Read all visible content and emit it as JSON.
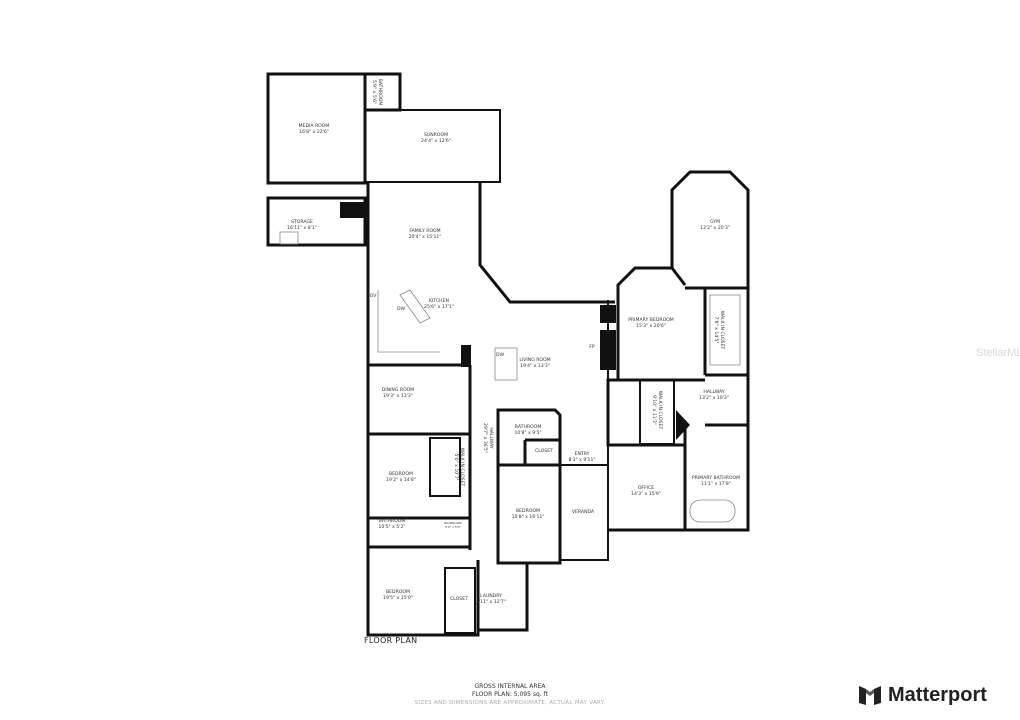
{
  "rooms": [
    {
      "name": "MEDIA ROOM",
      "dim": "16'8\" x 22'6\""
    },
    {
      "name": "BATHROOM",
      "dim": "5'9\" x 5'6\""
    },
    {
      "name": "SUNROOM",
      "dim": "24'4\" x 12'6\""
    },
    {
      "name": "STORAGE",
      "dim": "16'11\" x 8'1\""
    },
    {
      "name": "FAMILY ROOM",
      "dim": "20'4\" x 15'11\""
    },
    {
      "name": "KITCHEN",
      "dim": "25'6\" x 17'1\""
    },
    {
      "name": "GYM",
      "dim": "13'2\" x 20'3\""
    },
    {
      "name": "PRIMARY BEDROOM",
      "dim": "15'3\" x 20'6\""
    },
    {
      "name": "WALK IN CLOSET",
      "dim": "7'8\" x 14'5\""
    },
    {
      "name": "LIVING ROOM",
      "dim": "19'4\" x 13'3\""
    },
    {
      "name": "DINING ROOM",
      "dim": "19'3\" x 13'3\""
    },
    {
      "name": "BATHROOM",
      "dim": "10'8\" x 9'5\""
    },
    {
      "name": "HALLWAY",
      "dim": "29'7\" x 36'5\""
    },
    {
      "name": "WALK IN CLOSET",
      "dim": "9'10\" x 11'3\""
    },
    {
      "name": "HALLWAY",
      "dim": "13'2\" x 10'3\""
    },
    {
      "name": "CLOSET",
      "dim": ""
    },
    {
      "name": "ENTRY",
      "dim": "8'3\" x 9'11\""
    },
    {
      "name": "WALK IN CLOSET",
      "dim": "5'0\" x 10'7\""
    },
    {
      "name": "BEDROOM",
      "dim": "19'2\" x 14'8\""
    },
    {
      "name": "PRIMARY BATHROOM",
      "dim": "11'1\" x 17'8\""
    },
    {
      "name": "OFFICE",
      "dim": "14'3\" x 15'9\""
    },
    {
      "name": "BEDROOM",
      "dim": "10'8\" x 16'11\""
    },
    {
      "name": "VERANDA",
      "dim": ""
    },
    {
      "name": "BATHROOM",
      "dim": "10'5\" x 5'2\""
    },
    {
      "name": "BATHROOM",
      "dim": "5'0\" x 5'0\""
    },
    {
      "name": "BEDROOM",
      "dim": "19'5\" x 15'0\""
    },
    {
      "name": "CLOSET",
      "dim": ""
    },
    {
      "name": "LAUNDRY",
      "dim": "8'11\" x 12'7\""
    }
  ],
  "fixtures": {
    "oven": "OV",
    "dishwasher1": "DW",
    "dishwasher2": "DW",
    "fireplace": "FP"
  },
  "plan_label": "FLOOR PLAN",
  "footer": {
    "gross": "GROSS INTERNAL AREA",
    "area": "FLOOR PLAN: 5,095 sq. ft",
    "disclaimer": "SIZES AND DIMENSIONS ARE APPROXIMATE, ACTUAL MAY VARY."
  },
  "brand": "Matterport",
  "watermark": "StellarMLS"
}
